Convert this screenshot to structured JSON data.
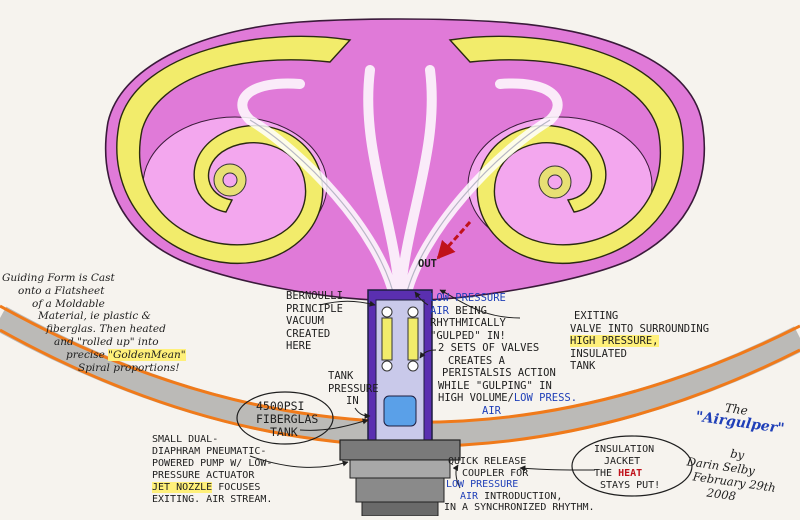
{
  "colors": {
    "paper": "#f6f3ee",
    "magenta": "#e07ad8",
    "yellow": "#f2ec6b",
    "pink": "#f3a7ee",
    "ink": "#1e1e1e",
    "blue_ink": "#1f3fb8",
    "red_ink": "#c0121b",
    "orange": "#f07a1a",
    "violet": "#5a2fb0",
    "highlight": "#fff07a"
  },
  "labels": {
    "out_arrow": "OUT",
    "guiding_form": {
      "lines": [
        "Guiding Form is Cast",
        "onto a Flatsheet",
        "of a Moldable",
        "Material, ie plastic &",
        "fiberglas. Then heated",
        "and \"rolled up\" into"
      ],
      "precise": "precise",
      "golden_mean": "\"GoldenMean\"",
      "last": "Spiral proportions!"
    },
    "bernoulli": {
      "lines": [
        "Bernoulli",
        "Principle",
        "Vacuum",
        "created",
        "here"
      ]
    },
    "low_pressure_air": {
      "line1": "Low Pressure",
      "line2_blue": "Air",
      "line2_black": "being",
      "line3": "Rhythmically",
      "line4": "\"Gulped\" in!"
    },
    "valves": {
      "lines": [
        "2 sets of Valves",
        "creates a",
        "Peristalsis Action",
        "while \"Gulping\" in"
      ],
      "line5_black": "High Volume/",
      "line5_blue": "Low Press.",
      "line6_blue": "Air"
    },
    "exiting": {
      "lines": [
        "Exiting",
        "Valve into surrounding"
      ],
      "hl": "High Pressure,",
      "last": [
        "Insulated",
        "Tank"
      ]
    },
    "tank_pressure": {
      "lines": [
        "Tank",
        "Pressure",
        "in"
      ]
    },
    "fiberglas_tank": {
      "lines": [
        "4500psi",
        "Fiberglas",
        "Tank"
      ]
    },
    "small_dual": {
      "lines": [
        "Small dual-",
        "diaphram pneumatic-",
        "powered pump w/ low-",
        "pressure actuator"
      ],
      "jet_nozzle": "Jet Nozzle",
      "jet_rest": "focuses",
      "last": "exiting. Air stream."
    },
    "quick_release": {
      "line1": "Quick Release",
      "line2": "coupler for",
      "line3_blue": "Low Pressure",
      "line4_blue": "Air",
      "line4_black": "introduction,",
      "line5": "in a synchronized rhythm."
    },
    "insulation": {
      "lines": [
        "Insulation",
        "Jacket"
      ],
      "the": "The",
      "heat": "HEAT",
      "stays": "stays put!"
    },
    "title": {
      "the": "The",
      "name": "\"Airgulper\""
    },
    "signature": {
      "by": "by",
      "name": "Darin Selby",
      "date": "February 29th",
      "year": "2008"
    }
  }
}
